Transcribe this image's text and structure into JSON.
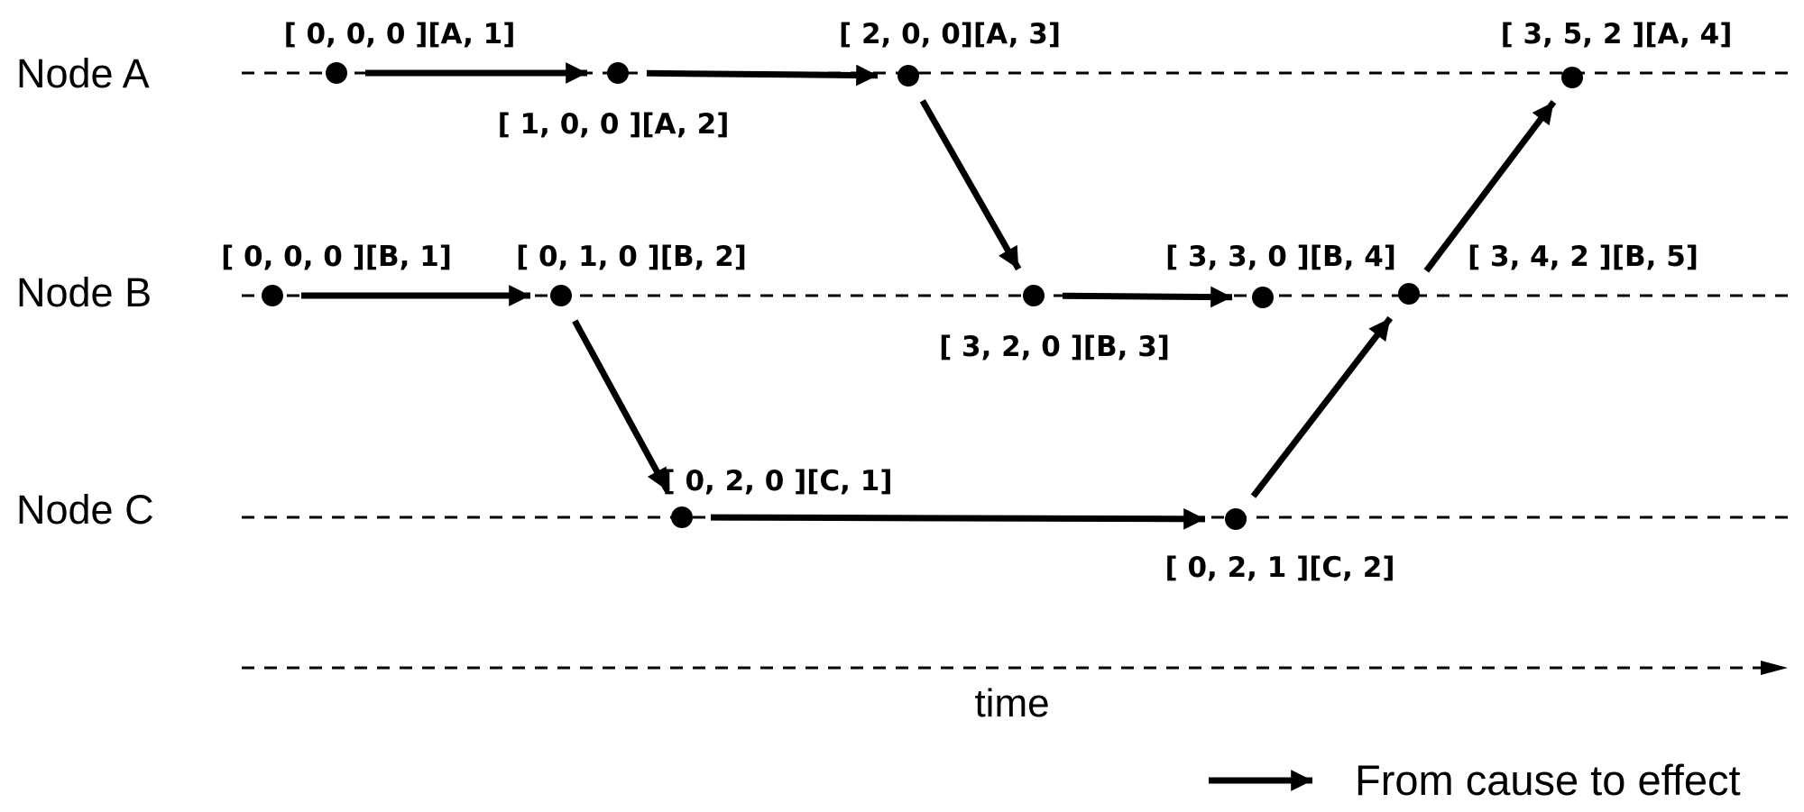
{
  "nodes": [
    {
      "id": "A",
      "label": "Node A"
    },
    {
      "id": "B",
      "label": "Node B"
    },
    {
      "id": "C",
      "label": "Node C"
    }
  ],
  "events": [
    {
      "id": "a1",
      "node": "A",
      "label": "[ 0, 0, 0 ][A, 1]",
      "label_side": "above"
    },
    {
      "id": "a2",
      "node": "A",
      "label": "[ 1, 0, 0 ][A, 2]",
      "label_side": "below"
    },
    {
      "id": "a3",
      "node": "A",
      "label": "[ 2, 0, 0][A, 3]",
      "label_side": "above"
    },
    {
      "id": "a4",
      "node": "A",
      "label": "[ 3, 5, 2 ][A, 4]",
      "label_side": "above"
    },
    {
      "id": "b1",
      "node": "B",
      "label": "[ 0, 0, 0 ][B, 1]",
      "label_side": "above"
    },
    {
      "id": "b2",
      "node": "B",
      "label": "[ 0, 1, 0 ][B, 2]",
      "label_side": "above"
    },
    {
      "id": "b3",
      "node": "B",
      "label": "[ 3, 2, 0 ][B, 3]",
      "label_side": "below"
    },
    {
      "id": "b4",
      "node": "B",
      "label": "[ 3, 3, 0 ][B, 4]",
      "label_side": "above"
    },
    {
      "id": "b5",
      "node": "B",
      "label": "[ 3, 4, 2 ][B, 5]",
      "label_side": "above"
    },
    {
      "id": "c1",
      "node": "C",
      "label": "[ 0, 2, 0 ][C, 1]",
      "label_side": "above"
    },
    {
      "id": "c2",
      "node": "C",
      "label": "[ 0, 2, 1 ][C, 2]",
      "label_side": "below"
    }
  ],
  "causal_edges": [
    {
      "from": "a1",
      "to": "a2"
    },
    {
      "from": "a2",
      "to": "a3"
    },
    {
      "from": "a3",
      "to": "b3"
    },
    {
      "from": "b1",
      "to": "b2"
    },
    {
      "from": "b2",
      "to": "c1"
    },
    {
      "from": "b3",
      "to": "b4"
    },
    {
      "from": "c1",
      "to": "c2"
    },
    {
      "from": "c2",
      "to": "b5"
    },
    {
      "from": "b5",
      "to": "a4"
    }
  ],
  "time_axis": {
    "label": "time"
  },
  "legend": {
    "label": "From cause to effect"
  }
}
